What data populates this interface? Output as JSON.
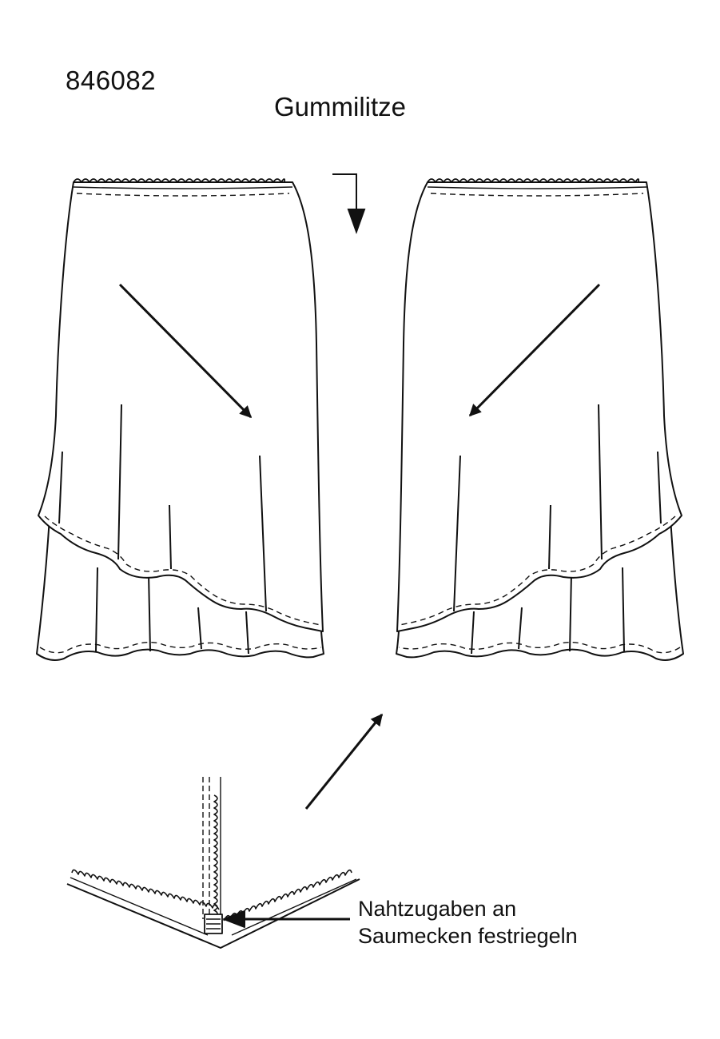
{
  "sheet": {
    "pattern_number": "846082",
    "elastic_label": "Gummilitze",
    "note_line1": "Nahtzugaben an",
    "note_line2": "Saumecken festriegeln"
  },
  "views": [
    {
      "name": "skirt-front-view"
    },
    {
      "name": "skirt-back-view"
    },
    {
      "name": "hem-corner-detail"
    }
  ],
  "colors": {
    "line": "#111111",
    "background": "#ffffff"
  }
}
